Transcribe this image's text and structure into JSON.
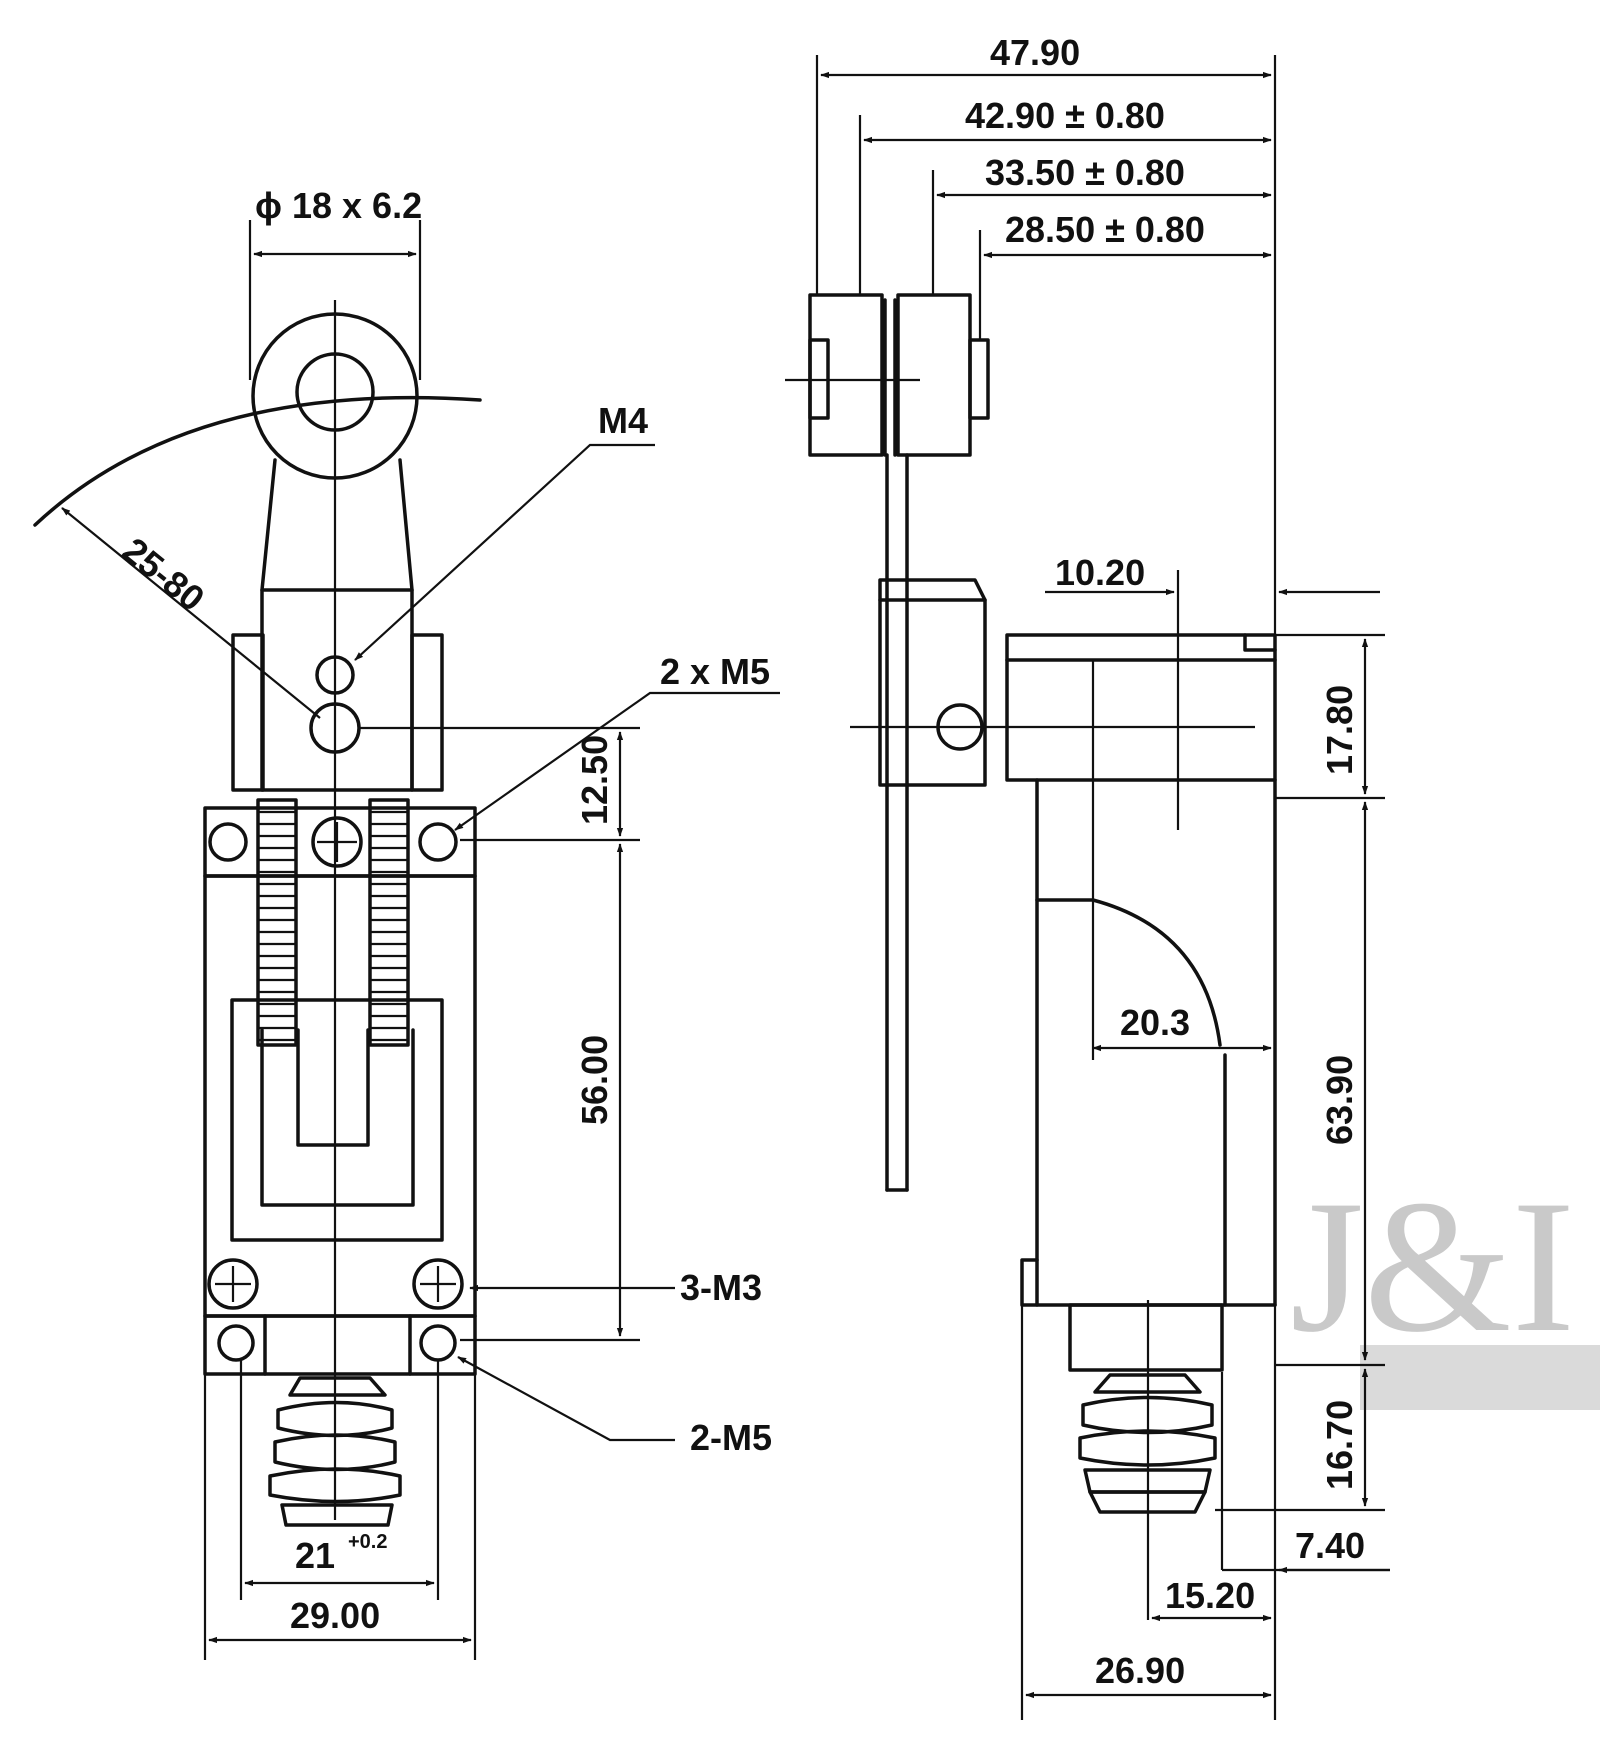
{
  "labels": {
    "phi_roller": "ϕ 18 x 6.2",
    "m4": "M4",
    "radius": "25-80",
    "two_m5_top": "2 x M5",
    "dim_12_50": "12.50",
    "dim_56_00": "56.00",
    "three_m3": "3-M3",
    "two_m5_bottom": "2-M5",
    "dim_21": "21",
    "dim_21_tol": "+0.2",
    "dim_29_00": "29.00",
    "dim_47_90": "47.90",
    "dim_42_90": "42.90 ± 0.80",
    "dim_33_50": "33.50 ± 0.80",
    "dim_28_50": "28.50 ± 0.80",
    "dim_10_20": "10.20",
    "dim_17_80": "17.80",
    "dim_20_3": "20.3",
    "dim_63_90": "63.90",
    "dim_16_70": "16.70",
    "dim_7_40": "7.40",
    "dim_15_20": "15.20",
    "dim_26_90": "26.90"
  },
  "watermark": "J&I",
  "colors": {
    "line": "#111111",
    "watermark": "#c9c9c9",
    "background": "#ffffff"
  }
}
